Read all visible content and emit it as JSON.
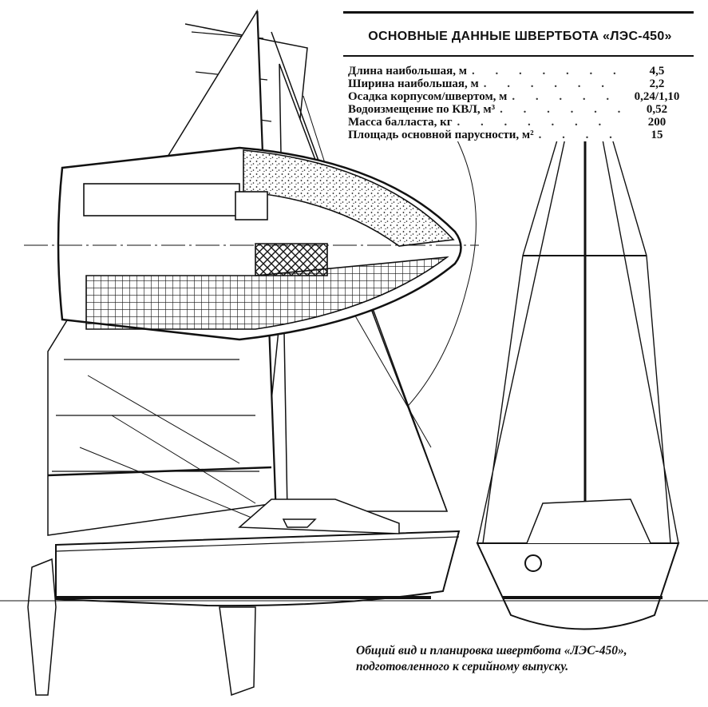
{
  "spec_table": {
    "title": "ОСНОВНЫЕ ДАННЫЕ ШВЕРТБОТА «ЛЭС-450»",
    "rows": [
      {
        "label": "Длина наибольшая, м",
        "value": "4,5"
      },
      {
        "label": "Ширина наибольшая, м",
        "value": "2,2"
      },
      {
        "label": "Осадка корпусом/швертом, м",
        "value": "0,24/1,10"
      },
      {
        "label": "Водоизмещение по КВЛ, м³",
        "value": "0,52"
      },
      {
        "label": "Масса балласта, кг",
        "value": "200"
      },
      {
        "label": "Площадь основной парусности, м²",
        "value": "15"
      }
    ]
  },
  "caption": {
    "line1": "Общий вид и планировка швертбота «ЛЭС-450»,",
    "line2": "подготовленного к серийному выпуску."
  }
}
